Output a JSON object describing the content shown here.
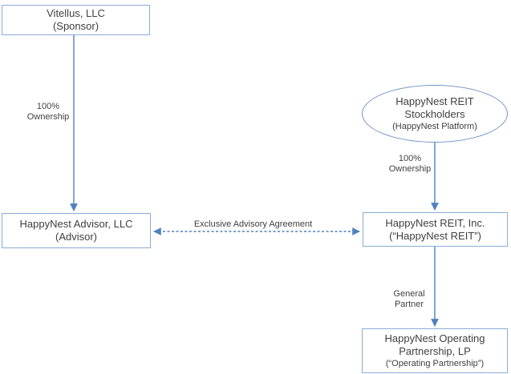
{
  "diagram": {
    "background": "#ffffff",
    "colors": {
      "connector": "#4f81bd",
      "box_border": "#8cabd6",
      "ellipse_border": "#6f94c4",
      "text": "#3f3f3f"
    },
    "nodes": {
      "sponsor": {
        "shape": "rectangle",
        "line1": "Vitellus, LLC",
        "line2": "(Sponsor)"
      },
      "stockholders": {
        "shape": "ellipse",
        "line1": "HappyNest REIT",
        "line2": "Stockholders",
        "line3": "(HappyNest Platform)"
      },
      "advisor": {
        "shape": "rectangle",
        "line1": "HappyNest Advisor, LLC",
        "line2": "(Advisor)"
      },
      "reit": {
        "shape": "rectangle",
        "line1": "HappyNest REIT, Inc.",
        "line2": "(“HappyNest REIT”)"
      },
      "operating_partnership": {
        "shape": "rectangle",
        "line1": "HappyNest Operating",
        "line2": "Partnership, LP",
        "line3": "(“Operating Partnership”)"
      }
    },
    "edges": {
      "sponsor_to_advisor": {
        "type": "solid-arrow-down",
        "label_line1": "100%",
        "label_line2": "Ownership"
      },
      "stockholders_to_reit": {
        "type": "solid-arrow-down",
        "label_line1": "100%",
        "label_line2": "Ownership"
      },
      "advisor_reit": {
        "type": "dashed-double-arrow",
        "label": "Exclusive Advisory Agreement"
      },
      "reit_to_operating_partnership": {
        "type": "solid-arrow-down",
        "label_line1": "General",
        "label_line2": "Partner"
      }
    }
  }
}
